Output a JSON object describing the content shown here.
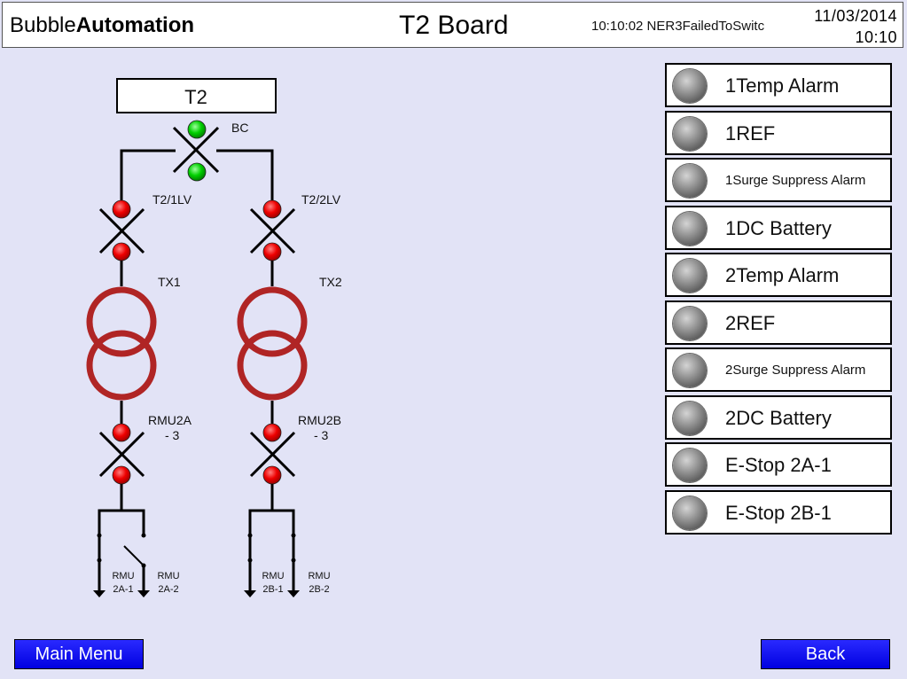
{
  "header": {
    "brand_prefix": "Bubble",
    "brand_suffix": "Automation",
    "title": "T2 Board",
    "alarm_message": "10:10:02  NER3FailedToSwitc",
    "date": "11/03/2014",
    "time": "10:10"
  },
  "diagram": {
    "board_label": "T2",
    "bus_coupler": {
      "label": "BC",
      "status_color": "#00d000"
    },
    "feeders": [
      {
        "breaker": "T2/1LV",
        "transformer": "TX1",
        "rmu_line1": "RMU2A",
        "rmu_line2": "- 3",
        "outgoing": [
          {
            "line1": "RMU",
            "line2": "2A-1"
          },
          {
            "line1": "RMU",
            "line2": "2A-2"
          }
        ]
      },
      {
        "breaker": "T2/2LV",
        "transformer": "TX2",
        "rmu_line1": "RMU2B",
        "rmu_line2": "- 3",
        "outgoing": [
          {
            "line1": "RMU",
            "line2": "2B-1"
          },
          {
            "line1": "RMU",
            "line2": "2B-2"
          }
        ]
      }
    ],
    "closed_color": "#ee0000",
    "transformer_color": "#b02525"
  },
  "alarms": [
    {
      "label": "1Temp Alarm",
      "size": "large"
    },
    {
      "label": "1REF",
      "size": "large"
    },
    {
      "label": "1Surge Suppress Alarm",
      "size": "small"
    },
    {
      "label": "1DC Battery",
      "size": "large"
    },
    {
      "label": "2Temp Alarm",
      "size": "large"
    },
    {
      "label": "2REF",
      "size": "large"
    },
    {
      "label": "2Surge Suppress Alarm",
      "size": "small"
    },
    {
      "label": "2DC Battery",
      "size": "large"
    },
    {
      "label": "E-Stop 2A-1",
      "size": "large"
    },
    {
      "label": "E-Stop 2B-1",
      "size": "large"
    }
  ],
  "buttons": {
    "main_menu": "Main Menu",
    "back": "Back"
  }
}
